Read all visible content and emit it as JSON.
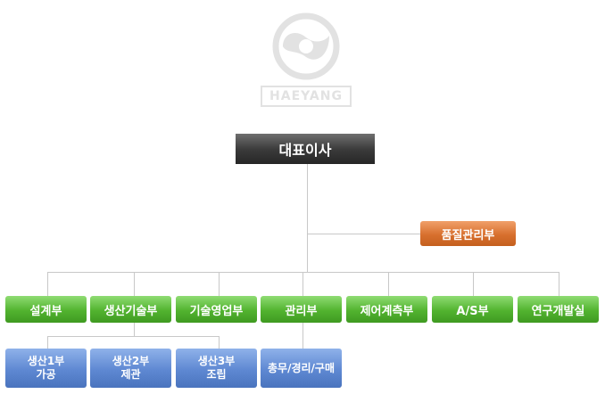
{
  "logo": {
    "text": "HAEYANG",
    "color": "#e2e2e2"
  },
  "ceo": {
    "label": "대표이사"
  },
  "qa": {
    "label": "품질관리부"
  },
  "departments": [
    {
      "id": "design",
      "label": "설계부"
    },
    {
      "id": "prod-tech",
      "label": "생산기술부"
    },
    {
      "id": "tech-sales",
      "label": "기술영업부"
    },
    {
      "id": "admin",
      "label": "관리부"
    },
    {
      "id": "control",
      "label": "제어계측부"
    },
    {
      "id": "as",
      "label": "A/S부"
    },
    {
      "id": "rnd",
      "label": "연구개발실"
    }
  ],
  "sub_units": [
    {
      "parent": "prod-tech",
      "line1": "생산1부",
      "line2": "가공"
    },
    {
      "parent": "prod-tech",
      "line1": "생산2부",
      "line2": "제관"
    },
    {
      "parent": "prod-tech",
      "line1": "생산3부",
      "line2": "조립"
    },
    {
      "parent": "admin",
      "line1": "총무/경리/구매",
      "line2": ""
    }
  ],
  "colors": {
    "ceo": "#3c3c3c",
    "qa": "#d8702e",
    "department": "#52b32f",
    "sub_unit": "#5e88d2",
    "connector": "#c8c8c8"
  }
}
